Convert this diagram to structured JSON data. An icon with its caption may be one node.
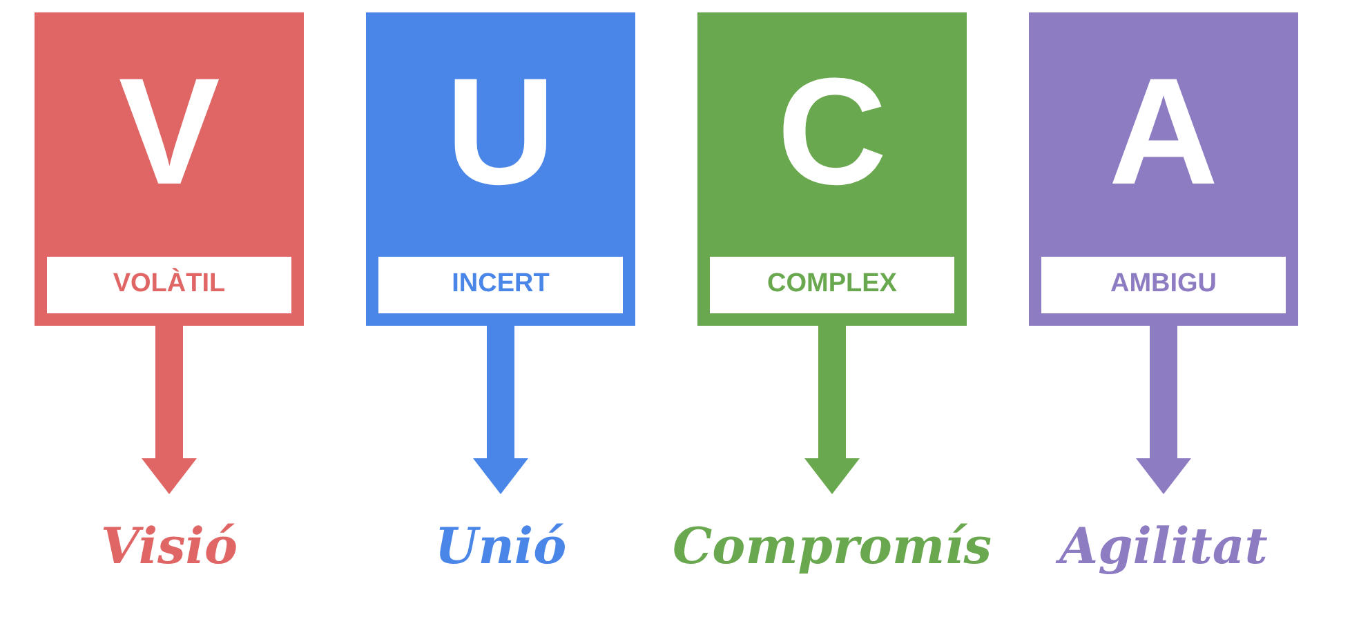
{
  "diagram": {
    "nodes": [
      {
        "text": [
          "V"
        ]
      },
      {
        "text": [
          "VOLÀTIL"
        ],
        "in": 0
      },
      {
        "text": [
          "U"
        ]
      },
      {
        "text": [
          "INCERT"
        ],
        "in": 2
      },
      {
        "text": [
          "C"
        ]
      },
      {
        "text": [
          "COMPLEX"
        ],
        "in": 4
      },
      {
        "text": [
          "A"
        ]
      },
      {
        "text": [
          "AMBIGU"
        ],
        "in": 6
      },
      {
        "text": [
          "Visió"
        ]
      },
      {
        "text": [
          "Unió"
        ]
      },
      {
        "text": [
          "Compromís"
        ]
      },
      {
        "text": [
          "Agilitat"
        ]
      }
    ],
    "edges": [
      {
        "from": 0,
        "to": 8,
        "arrow": "to",
        "color": "#e06666"
      },
      {
        "from": 2,
        "to": 9,
        "arrow": "to",
        "color": "#4a86e8"
      },
      {
        "from": 4,
        "to": 10,
        "arrow": "to",
        "color": "#6aa84f"
      },
      {
        "from": 6,
        "to": 11,
        "arrow": "to",
        "color": "#8e7cc3"
      }
    ]
  }
}
